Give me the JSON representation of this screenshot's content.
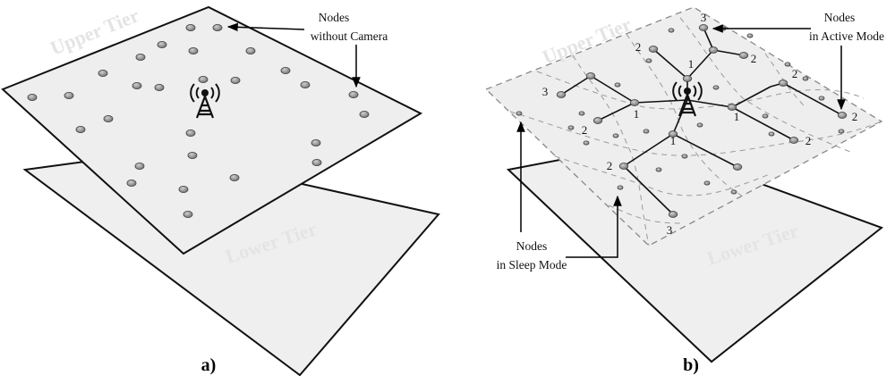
{
  "diagram_a": {
    "caption": "a)",
    "upper_tier_label": "Upper Tier",
    "lower_tier_label": "Lower Tier",
    "callout_nodes": {
      "line1": "Nodes",
      "line2": "without Camera"
    },
    "icon": "antenna-tower-icon"
  },
  "diagram_b": {
    "caption": "b)",
    "upper_tier_label": "Upper Tier",
    "lower_tier_label": "Lower Tier",
    "callout_active": {
      "line1": "Nodes",
      "line2": "in Active Mode"
    },
    "callout_sleep": {
      "line1": "Nodes",
      "line2": "in Sleep Mode"
    },
    "icon": "antenna-tower-icon",
    "hop_labels": [
      "3",
      "2",
      "1",
      "2",
      "1",
      "2",
      "3",
      "1",
      "2",
      "2",
      "2",
      "1",
      "2",
      "3"
    ]
  },
  "colors": {
    "plane_fill": "#efefef",
    "node_fill": "#8a8a8a",
    "line": "#111111",
    "grid": "#9a9a9a"
  }
}
